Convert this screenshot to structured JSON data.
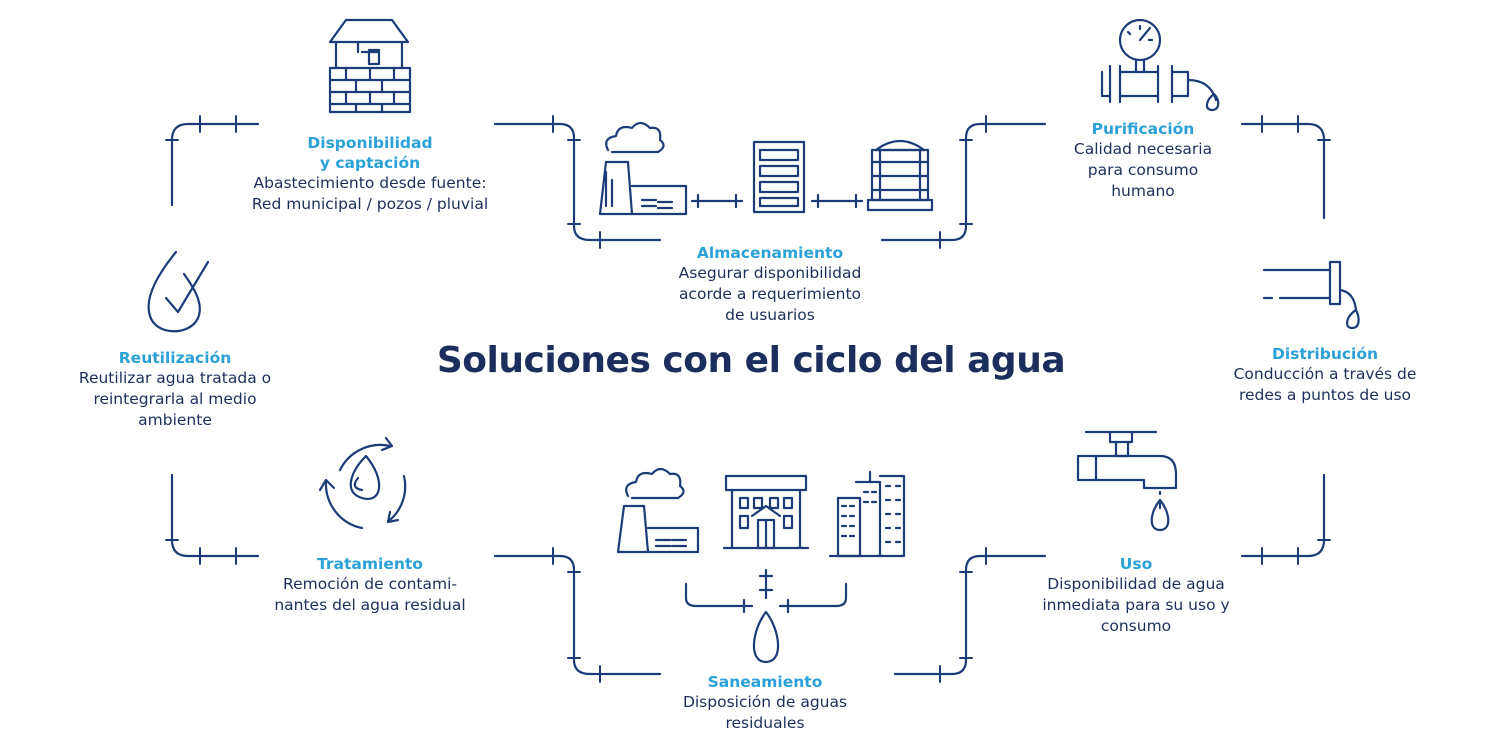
{
  "title": "Soluciones con el ciclo del agua",
  "stages": {
    "disponibilidad": {
      "title_l1": "Disponibilidad",
      "title_l2": "y captación",
      "l1": "Abastecimiento desde fuente:",
      "l2": "Red municipal / pozos / pluvial",
      "icon": "water-well-icon"
    },
    "almacenamiento": {
      "title": "Almacenamiento",
      "l1": "Asegurar disponibilidad",
      "l2": "acorde a requerimiento",
      "l3": "de usuarios",
      "icon": "storage-chain-icon"
    },
    "purificacion": {
      "title": "Purificación",
      "l1": "Calidad necesaria",
      "l2": "para consumo",
      "l3": "humano",
      "icon": "pressure-gauge-pipe-icon"
    },
    "distribucion": {
      "title": "Distribución",
      "l1": "Conducción a través de",
      "l2": "redes a puntos de uso",
      "icon": "pipe-outlet-drop-icon"
    },
    "uso": {
      "title": "Uso",
      "l1": "Disponibilidad de agua",
      "l2": "inmediata para su uso y",
      "l3": "consumo",
      "icon": "faucet-drop-icon"
    },
    "saneamiento": {
      "title": "Saneamiento",
      "l1": "Disposición de aguas",
      "l2": "residuales",
      "icon": "sanitation-buildings-icon"
    },
    "tratamiento": {
      "title": "Tratamiento",
      "l1": "Remoción de contami-",
      "l2": "nantes del agua residual",
      "icon": "recycle-drop-icon"
    },
    "reutilizacion": {
      "title": "Reutilización",
      "l1": "Reutilizar agua tratada o",
      "l2": "reintegrarla al medio",
      "l3": "ambiente",
      "icon": "drop-check-icon"
    }
  },
  "colors": {
    "line": "#1c3c78",
    "accent": "#2ba1d8",
    "text": "#1c2f5c",
    "background": "#ffffff"
  }
}
